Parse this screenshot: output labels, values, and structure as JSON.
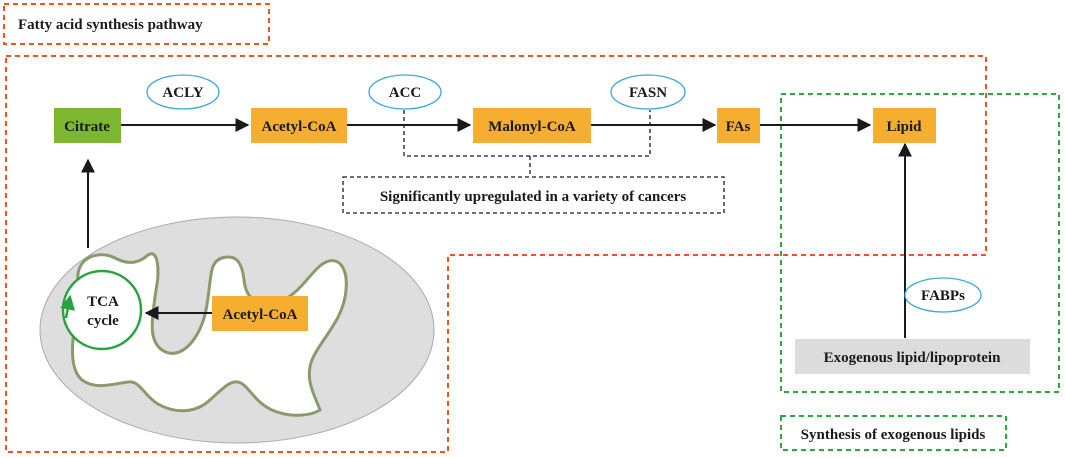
{
  "title_fatty_acid": "Fatty acid synthesis pathway",
  "title_exogenous": "Synthesis of exogenous lipids",
  "nodes": {
    "citrate": "Citrate",
    "acetyl_coa": "Acetyl-CoA",
    "malonyl_coa": "Malonyl-CoA",
    "fas": "FAs",
    "lipid": "Lipid",
    "acetyl_coa_mito": "Acetyl-CoA",
    "exogenous_lipid": "Exogenous lipid/lipoprotein"
  },
  "enzymes": {
    "acly": "ACLY",
    "acc": "ACC",
    "fasn": "FASN",
    "fabps": "FABPs"
  },
  "tca": {
    "line1": "TCA",
    "line2": "cycle"
  },
  "note": "Significantly upregulated in a variety of cancers",
  "colors": {
    "orange_box": "#f5ae2f",
    "green_box": "#7cb82f",
    "gray_box": "#dcdcdc",
    "orange_dash": "#f0531c",
    "green_dash": "#2eaa3c",
    "enzyme_stroke": "#3ba8e0",
    "mito_fill": "#dedede",
    "mito_stroke": "#8a9a6c",
    "tca_ring": "#27a340"
  }
}
